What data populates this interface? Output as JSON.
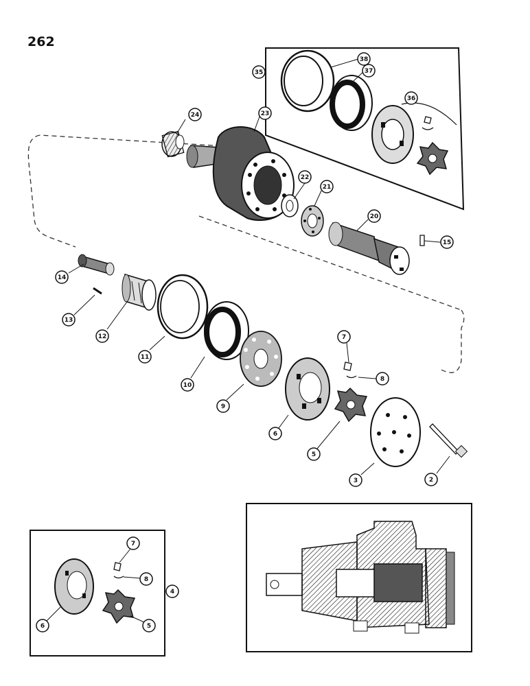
{
  "page_number": "262",
  "callouts": [
    {
      "id": "c38",
      "label": "38"
    },
    {
      "id": "c37",
      "label": "37"
    },
    {
      "id": "c35",
      "label": "35"
    },
    {
      "id": "c36",
      "label": "36"
    },
    {
      "id": "c24",
      "label": "24"
    },
    {
      "id": "c23",
      "label": "23"
    },
    {
      "id": "c22",
      "label": "22"
    },
    {
      "id": "c21",
      "label": "21"
    },
    {
      "id": "c20",
      "label": "20"
    },
    {
      "id": "c15",
      "label": "15"
    },
    {
      "id": "c14",
      "label": "14"
    },
    {
      "id": "c13",
      "label": "13"
    },
    {
      "id": "c12",
      "label": "12"
    },
    {
      "id": "c11",
      "label": "11"
    },
    {
      "id": "c10",
      "label": "10"
    },
    {
      "id": "c9",
      "label": "9"
    },
    {
      "id": "c7",
      "label": "7"
    },
    {
      "id": "c8",
      "label": "8"
    },
    {
      "id": "c6",
      "label": "6"
    },
    {
      "id": "c5",
      "label": "5"
    },
    {
      "id": "c3",
      "label": "3"
    },
    {
      "id": "c2",
      "label": "2"
    },
    {
      "id": "c7b",
      "label": "7"
    },
    {
      "id": "c8b",
      "label": "8"
    },
    {
      "id": "c4",
      "label": "4"
    },
    {
      "id": "c6b",
      "label": "6"
    },
    {
      "id": "c5b",
      "label": "5"
    }
  ]
}
